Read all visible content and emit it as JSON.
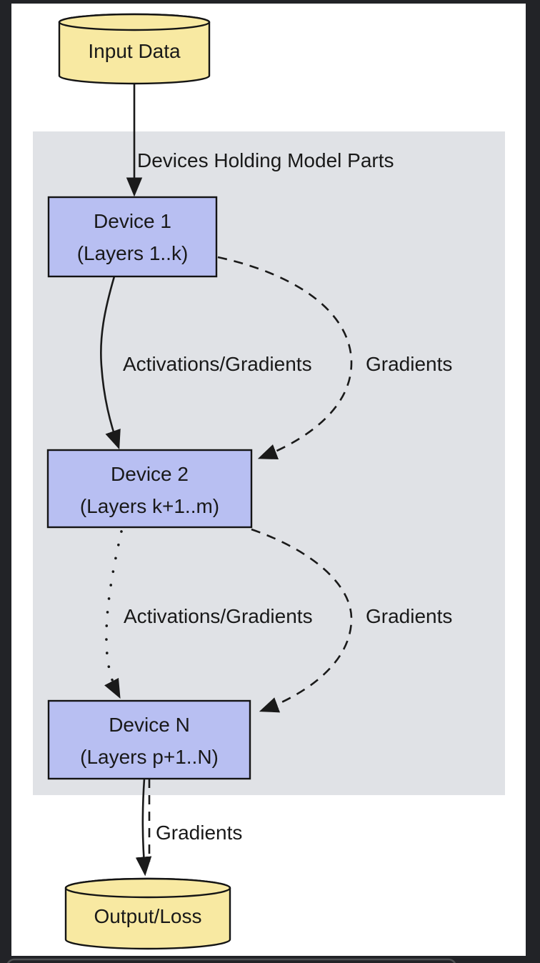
{
  "colors": {
    "frame_bg": "#222327",
    "page_bg": "#ffffff",
    "cluster_fill": "#e0e2e6",
    "node_fill": "#b8bff2",
    "node_border": "#141414",
    "cylinder_fill": "#f8e9a2",
    "edge_color": "#1a1a1a",
    "text_color": "#191919",
    "dock_outline": "#4e5052"
  },
  "diagram": {
    "cluster": {
      "label": "Devices Holding Model Parts"
    },
    "nodes": {
      "input": {
        "label": "Input Data",
        "shape": "cylinder"
      },
      "device1": {
        "title": "Device 1",
        "subtitle": "(Layers 1..k)",
        "shape": "rect"
      },
      "device2": {
        "title": "Device 2",
        "subtitle": "(Layers k+1..m)",
        "shape": "rect"
      },
      "deviceN": {
        "title": "Device N",
        "subtitle": "(Layers p+1..N)",
        "shape": "rect"
      },
      "output": {
        "label": "Output/Loss",
        "shape": "cylinder"
      }
    },
    "edges": [
      {
        "from": "input",
        "to": "device1",
        "style": "solid",
        "label": ""
      },
      {
        "from": "device1",
        "to": "device2",
        "style": "solid",
        "label": "Activations/Gradients"
      },
      {
        "from": "device1",
        "to": "device2",
        "style": "dashed",
        "label": "Gradients"
      },
      {
        "from": "device2",
        "to": "deviceN",
        "style": "dotted",
        "label": "Activations/Gradients"
      },
      {
        "from": "device2",
        "to": "deviceN",
        "style": "dashed",
        "label": "Gradients"
      },
      {
        "from": "deviceN",
        "to": "output",
        "style": "solid+dashed",
        "label": "Gradients"
      }
    ],
    "edge_labels": {
      "act_grad_1": "Activations/Gradients",
      "grad_1": "Gradients",
      "act_grad_2": "Activations/Gradients",
      "grad_2": "Gradients",
      "grad_out": "Gradients"
    }
  }
}
